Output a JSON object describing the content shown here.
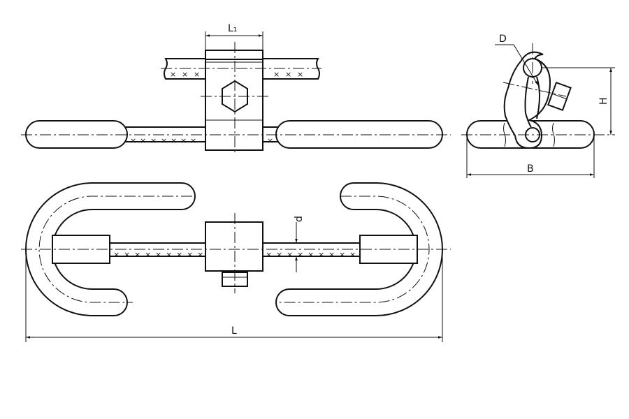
{
  "labels": {
    "L1": "L₁",
    "D": "D",
    "H": "H",
    "B": "B",
    "d": "d",
    "L": "L"
  },
  "marks": {
    "cross": "×"
  }
}
